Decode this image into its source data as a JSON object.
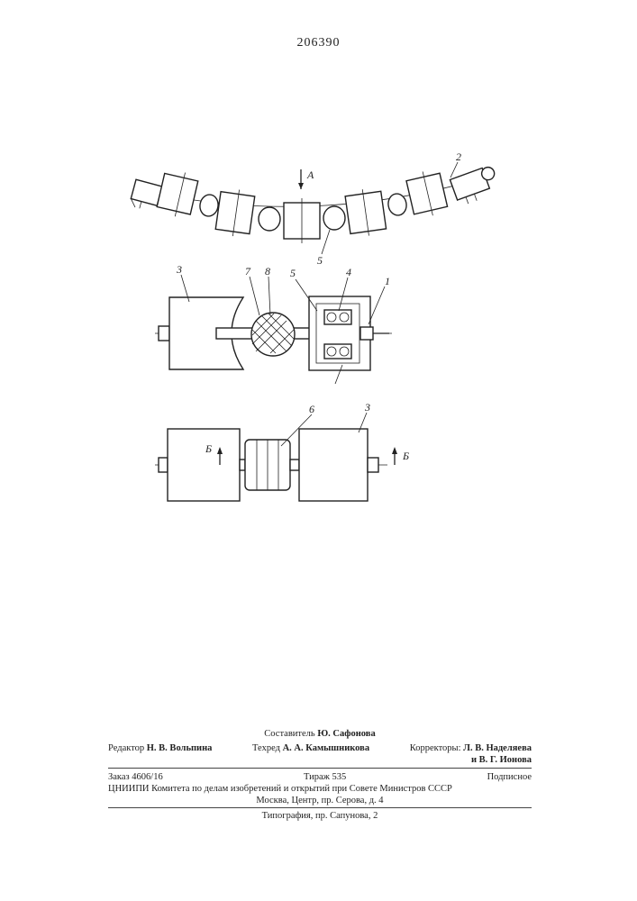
{
  "header": {
    "patent_number": "206390"
  },
  "figure_labels": {
    "fig1": {
      "arrow": "A",
      "part_2": "2",
      "part_5": "5"
    },
    "fig2": {
      "part_3": "3",
      "part_7": "7",
      "part_8": "8",
      "part_5": "5",
      "part_4": "4",
      "part_1": "1"
    },
    "fig3": {
      "part_6": "6",
      "part_3": "3",
      "section_left": "Б",
      "section_right": "Б"
    }
  },
  "footer": {
    "composer_label": "Составитель",
    "composer_name": "Ю. Сафонова",
    "editor_label": "Редактор",
    "editor_name": "Н. В. Вольпина",
    "techred_label": "Техред",
    "techred_name": "А. А. Камышникова",
    "correctors_label": "Корректоры:",
    "corrector_1": "Л. В. Наделяева",
    "corrector_2": "и В. Г. Ионова",
    "order": "Заказ 4606/16",
    "circulation": "Тираж 535",
    "subscription": "Подписное",
    "institute_line": "ЦНИИПИ Комитета по делам изобретений и открытий при Совете Министров СССР",
    "address_line": "Москва, Центр, пр. Серова, д. 4",
    "printing": "Типография, пр. Сапунова, 2"
  }
}
